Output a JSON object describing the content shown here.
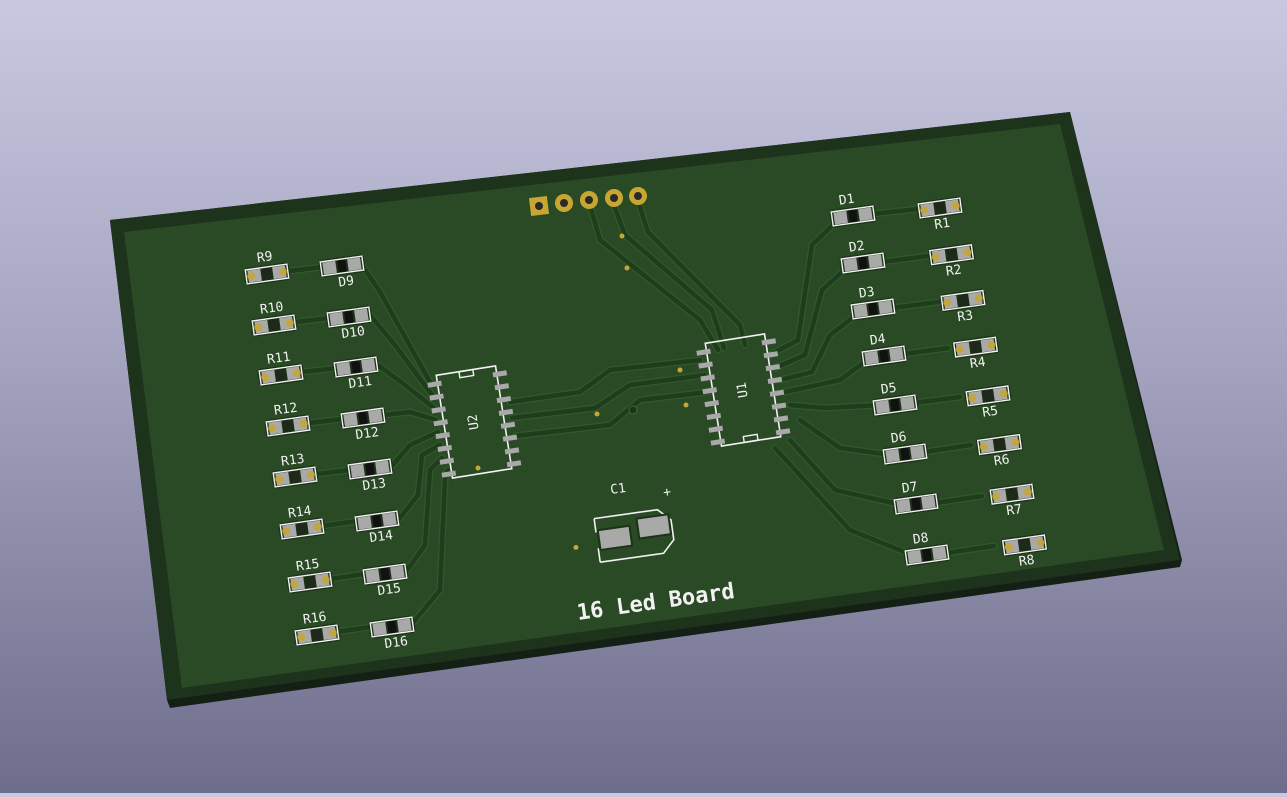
{
  "board": {
    "title": "16 Led Board",
    "mask_color": "#2a4a25",
    "mask_dark": "#1c3318",
    "edge_color": "#17261a",
    "silk_color": "#f2f2f2",
    "pad_color": "#a9a9a9",
    "gold_color": "#c8a632"
  },
  "components": {
    "ic_u1": "U1",
    "ic_u2": "U2",
    "capacitor": "C1",
    "cap_polarity": "+",
    "right_rows": [
      {
        "led": "D1",
        "res": "R1"
      },
      {
        "led": "D2",
        "res": "R2"
      },
      {
        "led": "D3",
        "res": "R3"
      },
      {
        "led": "D4",
        "res": "R4"
      },
      {
        "led": "D5",
        "res": "R5"
      },
      {
        "led": "D6",
        "res": "R6"
      },
      {
        "led": "D7",
        "res": "R7"
      },
      {
        "led": "D8",
        "res": "R8"
      }
    ],
    "left_rows": [
      {
        "led": "D9",
        "res": "R9"
      },
      {
        "led": "D10",
        "res": "R10"
      },
      {
        "led": "D11",
        "res": "R11"
      },
      {
        "led": "D12",
        "res": "R12"
      },
      {
        "led": "D13",
        "res": "R13"
      },
      {
        "led": "D14",
        "res": "R14"
      },
      {
        "led": "D15",
        "res": "R15"
      },
      {
        "led": "D16",
        "res": "R16"
      }
    ]
  },
  "icons": {
    "connector": "header-pin-icon",
    "via": "via-icon"
  }
}
